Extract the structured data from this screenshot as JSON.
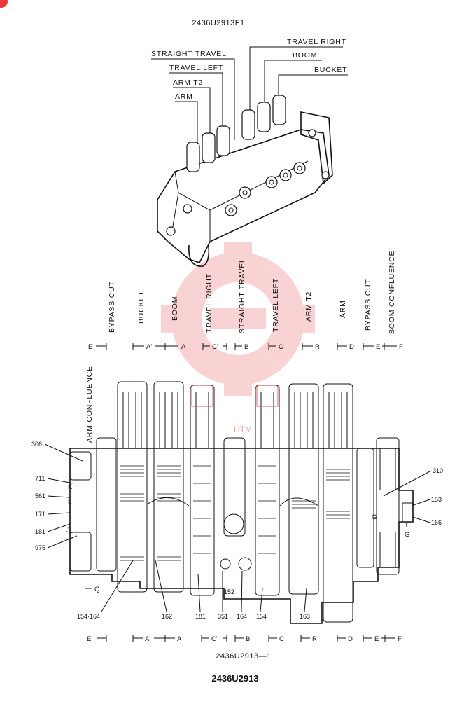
{
  "figure_id_top": "2436U2913F1",
  "figure_id_bottom": "2436U2913—1",
  "caption": "2436U2913",
  "iso_callouts": [
    "TRAVEL RIGHT",
    "STRAIGHT TRAVEL",
    "BOOM",
    "TRAVEL LEFT",
    "BUCKET",
    "ARM T2",
    "ARM"
  ],
  "section_labels": [
    "BYPASS CUT",
    "BUCKET",
    "BOOM",
    "TRAVEL RIGHT",
    "STRAIGHT TRAVEL",
    "TRAVEL LEFT",
    "ARM T2",
    "ARM",
    "BYPASS CUT",
    "BOOM CONFLUENCE"
  ],
  "arm_confluence_label": "ARM CONFLUENCE",
  "section_markers_top": [
    "E",
    "A'",
    "A",
    "C'",
    "B",
    "C",
    "R",
    "D",
    "E",
    "F"
  ],
  "section_markers_bottom": [
    "E'",
    "A'",
    "A",
    "C'",
    "B",
    "C",
    "R",
    "D",
    "E",
    "F"
  ],
  "part_numbers_left": [
    "306",
    "711",
    "561",
    "171",
    "181",
    "975"
  ],
  "part_numbers_right": [
    "310",
    "153",
    "166"
  ],
  "part_numbers_bottom": [
    "154·164",
    "162",
    "181",
    "351",
    "152",
    "164",
    "154",
    "163"
  ],
  "port_letters": [
    "K",
    "L",
    "J",
    "Q",
    "G",
    "T",
    "G"
  ],
  "watermark_text": "HTM",
  "colors": {
    "ink": "#111111",
    "watermark": "#e8373a"
  }
}
